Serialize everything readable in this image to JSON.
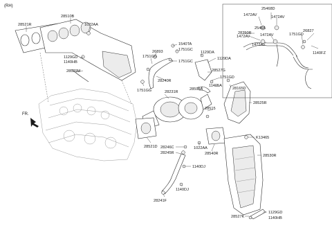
{
  "header": {
    "variant": "(RH)"
  },
  "arrow": {
    "label": "FR."
  },
  "callouts": [
    {
      "id": "28510B",
      "text": "28510B"
    },
    {
      "id": "28521R",
      "text": "28521R"
    },
    {
      "id": "1022AA_top",
      "text": "1022AA"
    },
    {
      "id": "1129GD_left",
      "text": "1129GD"
    },
    {
      "id": "1140HB_left",
      "text": "1140HB"
    },
    {
      "id": "28529M",
      "text": "28529M"
    },
    {
      "id": "1540TA",
      "text": "1540TA"
    },
    {
      "id": "1751GC_a",
      "text": "1751GC"
    },
    {
      "id": "26893",
      "text": "26893"
    },
    {
      "id": "1751GG_a",
      "text": "1751GG"
    },
    {
      "id": "1751GC_b",
      "text": "1751GC"
    },
    {
      "id": "28240R",
      "text": "28240R"
    },
    {
      "id": "1751GG_b",
      "text": "1751GG"
    },
    {
      "id": "28231R",
      "text": "28231R"
    },
    {
      "id": "1129DA_a",
      "text": "1129DA"
    },
    {
      "id": "1129DA_b",
      "text": "1129DA"
    },
    {
      "id": "28527G",
      "text": "28527G"
    },
    {
      "id": "28593A",
      "text": "28593A"
    },
    {
      "id": "1751GD_mid",
      "text": "1751GD"
    },
    {
      "id": "11405A",
      "text": "11405A"
    },
    {
      "id": "28165D",
      "text": "28165D"
    },
    {
      "id": "28525R",
      "text": "28525R"
    },
    {
      "id": "28515",
      "text": "28515"
    },
    {
      "id": "28521D",
      "text": "28521D"
    },
    {
      "id": "28246C",
      "text": "28246C"
    },
    {
      "id": "28245R",
      "text": "28245R"
    },
    {
      "id": "1022AA_mid",
      "text": "1022AA"
    },
    {
      "id": "28540R",
      "text": "28540R"
    },
    {
      "id": "K13465",
      "text": "K13465"
    },
    {
      "id": "28530R",
      "text": "28530R"
    },
    {
      "id": "1140DJ_a",
      "text": "1140DJ"
    },
    {
      "id": "1140DJ_b",
      "text": "1140DJ"
    },
    {
      "id": "28241F",
      "text": "28241F"
    },
    {
      "id": "28527K",
      "text": "28527K"
    },
    {
      "id": "1129GD_bot",
      "text": "1129GD"
    },
    {
      "id": "1140HB_bot",
      "text": "1140HB"
    },
    {
      "id": "25468D",
      "text": "25468D"
    },
    {
      "id": "1472AV_a",
      "text": "1472AV"
    },
    {
      "id": "1472AV_b",
      "text": "1472AV"
    },
    {
      "id": "25468",
      "text": "25468"
    },
    {
      "id": "1472AV_c",
      "text": "1472AV"
    },
    {
      "id": "1472AV_d",
      "text": "1472AV"
    },
    {
      "id": "1472AV_e",
      "text": "1472AV"
    },
    {
      "id": "28250R",
      "text": "28250R"
    },
    {
      "id": "1751GD_right",
      "text": "1751GD"
    },
    {
      "id": "26827",
      "text": "26827"
    },
    {
      "id": "1140FZ",
      "text": "1140FZ"
    }
  ]
}
